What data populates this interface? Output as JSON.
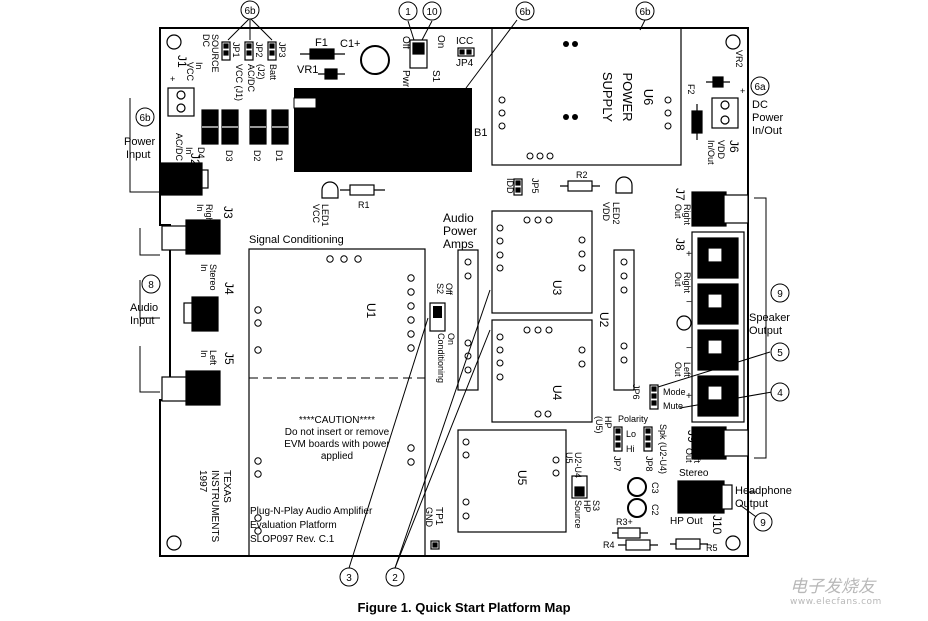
{
  "figure_caption": "Figure 1. Quick Start Platform Map",
  "watermark": {
    "name": "电子发烧友",
    "url": "www.elecfans.com"
  },
  "callouts": {
    "c6b_top": "6b",
    "c1": "1",
    "c10": "10",
    "c6b_mid": "6b",
    "c6b_right": "6b",
    "c6b_left": "6b",
    "c6a": "6a",
    "c8": "8",
    "c9_top": "9",
    "c5": "5",
    "c4": "4",
    "c9_bot": "9",
    "c3": "3",
    "c2": "2"
  },
  "labels": {
    "power_input": [
      "Power",
      "Input"
    ],
    "dc_power_inout": [
      "DC",
      "Power",
      "In/Out"
    ],
    "audio_input": [
      "Audio",
      "Input"
    ],
    "speaker_output": [
      "Speaker",
      "Output"
    ],
    "headphone_output": [
      "Headphone",
      "Output"
    ],
    "signal_conditioning": "Signal Conditioning",
    "audio_power_amps": [
      "Audio",
      "Power",
      "Amps"
    ],
    "caution": [
      "****CAUTION****",
      "Do not insert or remove",
      "EVM boards with power",
      "applied"
    ],
    "platform_text": [
      "Plug-N-Play Audio Amplifier",
      "Evaluation Platform",
      "SLOP097 Rev. C.1"
    ],
    "ti_text": [
      "TEXAS",
      "INSTRUMENTS",
      "1997"
    ],
    "u1": "U1",
    "u2": "U2",
    "u3": "U3",
    "u4": "U4",
    "u5": "U5",
    "power_supply": [
      "U6",
      "POWER",
      "SUPPLY"
    ],
    "b1": "B1",
    "f1": "F1",
    "f2": "F2",
    "c1": "C1+",
    "vr1": "VR1",
    "vr2": "VR2",
    "s1": "S1",
    "s1_off": "Off",
    "s1_on": "On",
    "s1_pwr": "Pwr",
    "icc": "ICC",
    "jp4": "JP4",
    "jp1": "JP1",
    "jp2": "JP2",
    "jp3": "JP3",
    "dc_source": [
      "DC",
      "SOURCE"
    ],
    "vcc_j1": "VCC (J1)",
    "ac_dc_j2": [
      "AC/DC",
      "(J2)"
    ],
    "batt": "Batt",
    "j1": "J1",
    "j1_vcc": "VCC",
    "j1_in": "In",
    "j2": "J2",
    "j2_acdc": "AC/DC",
    "j2_in": "In",
    "d1": "D1",
    "d2": "D2",
    "d3": "D3",
    "d4": "D4",
    "j6": "J6",
    "j6_vdd": "VDD",
    "j6_inout": "In/Out",
    "led1": [
      "LED1",
      "VCC"
    ],
    "led2": [
      "LED2",
      "VDD"
    ],
    "r1": "R1",
    "r2": "R2",
    "r3": "R3+",
    "r4": "R4",
    "r5": "R5",
    "idd": "IDD",
    "jp5": "JP5",
    "j3": "J3",
    "j3_sub": [
      "Right",
      "In"
    ],
    "j4": "J4",
    "j4_sub": [
      "Stereo",
      "In"
    ],
    "j5": "J5",
    "j5_sub": [
      "Left",
      "In"
    ],
    "j7": "J7",
    "j7_sub": [
      "Right",
      "Out"
    ],
    "j8": "J8",
    "j8_sub": [
      "Right",
      "Out"
    ],
    "left_out": [
      "Left",
      "Out"
    ],
    "s2": "S2",
    "s2_off": "Off",
    "s2_on": "On",
    "s2_cond": "Conditioning",
    "jp6": "JP6",
    "mode": "Mode",
    "mute": "Mute",
    "polarity": "Polarity",
    "lo": "Lo",
    "hi": "Hi",
    "hp_u5": [
      "HP",
      "(U5)"
    ],
    "jp7": "JP7",
    "spk_u2u4": "Spk (U2-U4)",
    "jp8": "JP8",
    "j9": "J9",
    "j9_sub": [
      "Left",
      "Out"
    ],
    "j10": "J10",
    "stereo": "Stereo",
    "hp_out": "HP Out",
    "s3": "S3",
    "s3_hp": "HP",
    "s3_source": "Source",
    "u5_u2u4": [
      "U2-U4",
      "U5"
    ],
    "c2": "C2",
    "c3": "C3",
    "tp1": "TP1",
    "gnd": "GND",
    "plus": "+",
    "minus": "−"
  }
}
